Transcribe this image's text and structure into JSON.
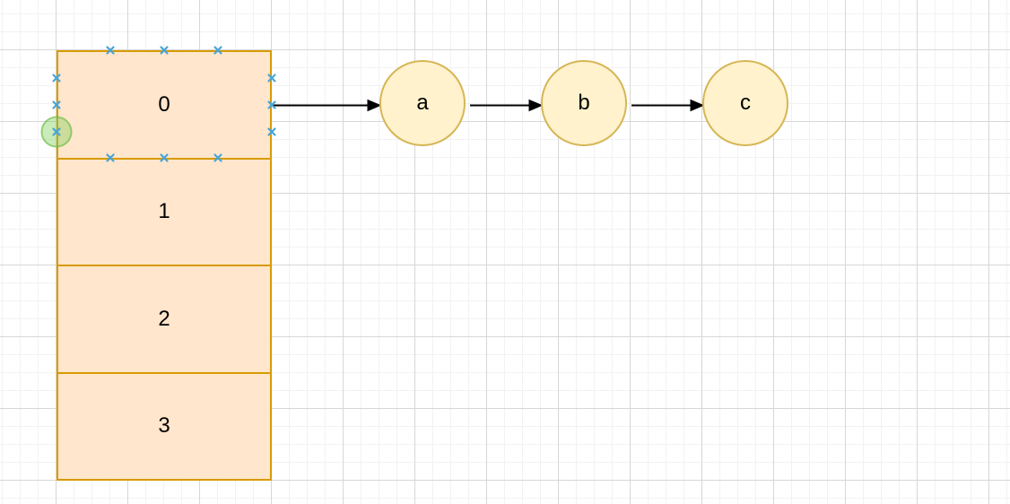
{
  "colors": {
    "canvas-bg": "#ffffff",
    "grid-minor": "#f2f2f2",
    "grid-major": "#d7d7d7",
    "table-fill": "#ffe6cc",
    "table-stroke": "#d79b00",
    "node-fill": "#fff2cc",
    "node-stroke": "#d6b656",
    "edge-stroke": "#000000",
    "cp-color": "#46a5da",
    "highlight-fill": "rgba(126,204,84,0.40)",
    "highlight-stroke": "rgba(106,190,70,0.60)",
    "label-color": "#000000"
  },
  "table": {
    "rows": [
      {
        "label": "0"
      },
      {
        "label": "1"
      },
      {
        "label": "2"
      },
      {
        "label": "3"
      }
    ]
  },
  "nodes": [
    {
      "label": "a"
    },
    {
      "label": "b"
    },
    {
      "label": "c"
    }
  ],
  "edges": [
    {
      "from": "0",
      "to": "a"
    },
    {
      "from": "a",
      "to": "b"
    },
    {
      "from": "b",
      "to": "c"
    }
  ],
  "connection_points": {
    "icon": "x-icon",
    "count": 12,
    "highlighted": "left-edge-lower"
  }
}
